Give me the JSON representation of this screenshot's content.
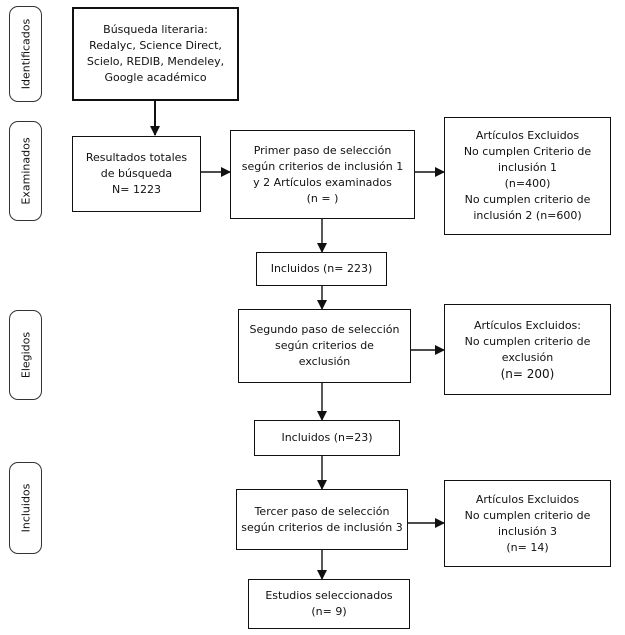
{
  "stages": [
    {
      "id": "stage-identificados",
      "label": "Identificados"
    },
    {
      "id": "stage-examinados",
      "label": "Examinados"
    },
    {
      "id": "stage-elegidos",
      "label": "Elegidos"
    },
    {
      "id": "stage-incluidos",
      "label": "Incluidos"
    }
  ],
  "boxes": {
    "busqueda": {
      "lines": [
        "Búsqueda literaria:",
        "Redalyc, Science Direct,",
        "Scielo, REDIB, Mendeley,",
        "Google académico"
      ]
    },
    "resultados": {
      "lines": [
        "Resultados totales",
        "de búsqueda",
        "N= 1223"
      ]
    },
    "primer_paso": {
      "lines": [
        "Primer paso de selección",
        "según criterios de inclusión 1",
        "y 2 Artículos examinados",
        "(n = )"
      ]
    },
    "excluidos_1": {
      "lines": [
        "Artículos Excluidos",
        "No cumplen Criterio de",
        "inclusión 1",
        "(n=400)",
        "No cumplen criterio de",
        "inclusión 2 (n=600)"
      ]
    },
    "incluidos_1": {
      "lines": [
        "Incluidos (n= 223)"
      ]
    },
    "segundo_paso": {
      "lines": [
        "Segundo paso de selección",
        "según criterios de",
        "exclusión"
      ]
    },
    "excluidos_2": {
      "lines": [
        "Artículos Excluidos:",
        "No cumplen criterio de",
        "exclusión",
        "(n= 200)"
      ]
    },
    "incluidos_2": {
      "lines": [
        "Incluidos (n=23)"
      ]
    },
    "tercer_paso": {
      "lines": [
        "Tercer paso de selección",
        "según criterios de inclusión 3"
      ]
    },
    "excluidos_3": {
      "lines": [
        "Artículos Excluidos",
        "No cumplen criterio de",
        "inclusión 3",
        "(n= 14)"
      ]
    },
    "seleccionados": {
      "lines": [
        "Estudios seleccionados",
        "(n= 9)"
      ]
    }
  }
}
